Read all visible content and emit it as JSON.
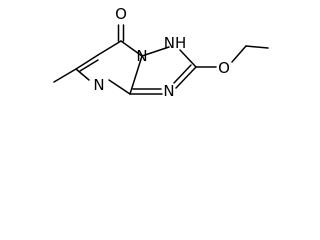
{
  "molecule": {
    "atoms": {
      "carbonyl_oxygen": "O",
      "nh_group": "NH",
      "ring_n_top": "N",
      "ring_n_left": "N",
      "ring_n_right": "N",
      "ether_oxygen": "O"
    }
  }
}
